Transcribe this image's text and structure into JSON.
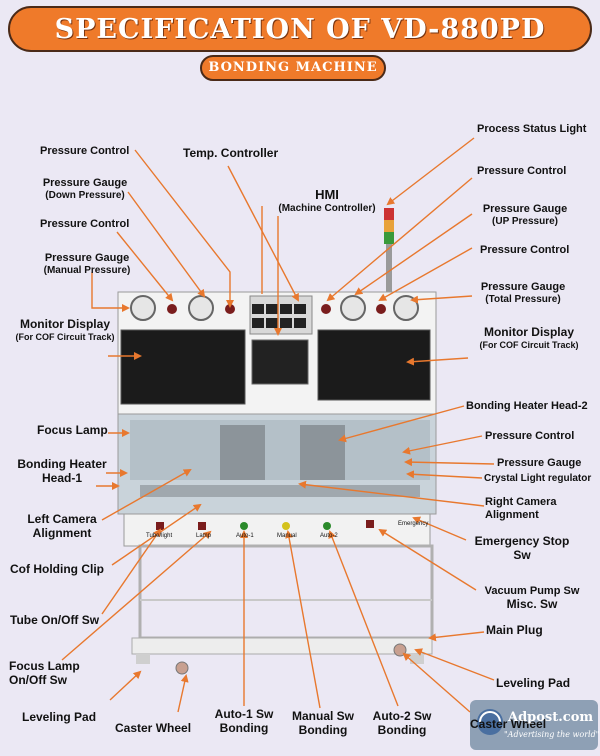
{
  "header": {
    "title": "SPECIFICATION OF VD-880PD",
    "subtitle": "BONDING MACHINE"
  },
  "colors": {
    "accent": "#ef7a2a",
    "background": "#ebe8f4",
    "arrow": "#e8782e"
  },
  "labels": {
    "pressure_control_1": "Pressure Control",
    "temp_controller": "Temp. Controller",
    "hmi": "HMI",
    "hmi_sub": "(Machine Controller)",
    "pressure_gauge_down": "Pressure Gauge",
    "pressure_gauge_down_sub": "(Down Pressure)",
    "pressure_control_2": "Pressure Control",
    "pressure_gauge_manual": "Pressure Gauge",
    "pressure_gauge_manual_sub": "(Manual Pressure)",
    "monitor_display_left": "Monitor Display",
    "monitor_display_left_sub": "(For COF Circuit Track)",
    "focus_lamp": "Focus Lamp",
    "bonding_heater_head_1": "Bonding Heater Head-1",
    "left_camera_alignment": "Left Camera Alignment",
    "cof_holding_clip": "Cof Holding Clip",
    "tube_switch": "Tube On/Off Sw",
    "focus_lamp_switch": "Focus Lamp On/Off Sw",
    "leveling_pad_left": "Leveling Pad",
    "caster_wheel_left": "Caster Wheel",
    "auto1_bonding": "Auto-1 Sw Bonding",
    "manual_bonding": "Manual Sw Bonding",
    "auto2_bonding": "Auto-2 Sw Bonding",
    "caster_wheel_right": "Caster Wheel",
    "process_status_light": "Process Status Light",
    "pressure_control_r1": "Pressure Control",
    "pressure_gauge_up": "Pressure Gauge",
    "pressure_gauge_up_sub": "(UP Pressure)",
    "pressure_control_r2": "Pressure Control",
    "pressure_gauge_total": "Pressure Gauge",
    "pressure_gauge_total_sub": "(Total Pressure)",
    "monitor_display_right": "Monitor Display",
    "monitor_display_right_sub": "(For COF Circuit Track)",
    "bonding_heater_head_2": "Bonding Heater Head-2",
    "pressure_control_r3": "Pressure Control",
    "pressure_gauge_r": "Pressure Gauge",
    "crystal_light_regulator": "Crystal Light regulator",
    "right_camera_alignment": "Right Camera Alignment",
    "emergency_stop": "Emergency Stop Sw",
    "vacuum_pump": "Vacuum Pump Sw",
    "misc_sw": "Misc. Sw",
    "main_plug": "Main Plug",
    "leveling_pad_right": "Leveling Pad"
  },
  "machine_panel": {
    "switch_tube": "Tube/light",
    "switch_lamp": "Lamp",
    "switch_auto1": "Auto-1",
    "switch_manual": "Manual",
    "switch_auto2": "Auto-2",
    "switch_emergency": "Emergency"
  },
  "watermark": {
    "name": "Adpost.com",
    "tagline": "\"Advertising the world\""
  }
}
